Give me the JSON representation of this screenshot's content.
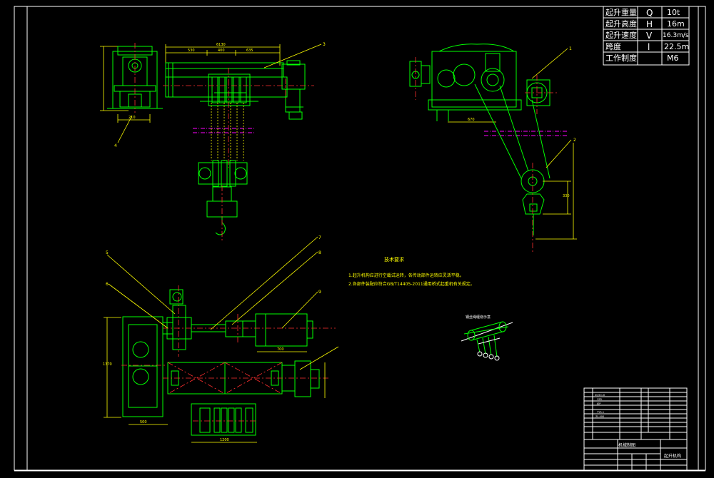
{
  "colors": {
    "background": "#000000",
    "frame": "#ffffff",
    "outline": "#00ff00",
    "dimension": "#ffff00",
    "centerline": "#ff3030",
    "rope_mark": "#ff00ff"
  },
  "spec_table": {
    "rows": [
      {
        "label": "起升重量",
        "symbol": "Q",
        "value": "10t"
      },
      {
        "label": "起升高度",
        "symbol": "H",
        "value": "16m"
      },
      {
        "label": "起升速度",
        "symbol": "V",
        "value": "16.3m/s"
      },
      {
        "label": "跨度",
        "symbol": "l",
        "value": "22.5m"
      },
      {
        "label": "工作制度",
        "symbol": "",
        "value": "M6"
      }
    ]
  },
  "notes": {
    "title": "技术要求",
    "line1": "1.起升机构应进行空载试运转，各传动部件运转应灵活平稳。",
    "line2": "2.各部件装配应符合GB/T14405-2011通用桥式起重机有关规定。"
  },
  "detail_label": "钢丝绳缠绕示意",
  "callouts": [
    "1",
    "2",
    "3",
    "4",
    "5",
    "6",
    "7",
    "8",
    "9"
  ],
  "title_block": {
    "part_codes": [
      "ZQ50-III",
      "YZR",
      "JSP",
      "TYR-1",
      "ZL-400"
    ],
    "drawing_name": "起升机构",
    "company": "机械制图"
  }
}
